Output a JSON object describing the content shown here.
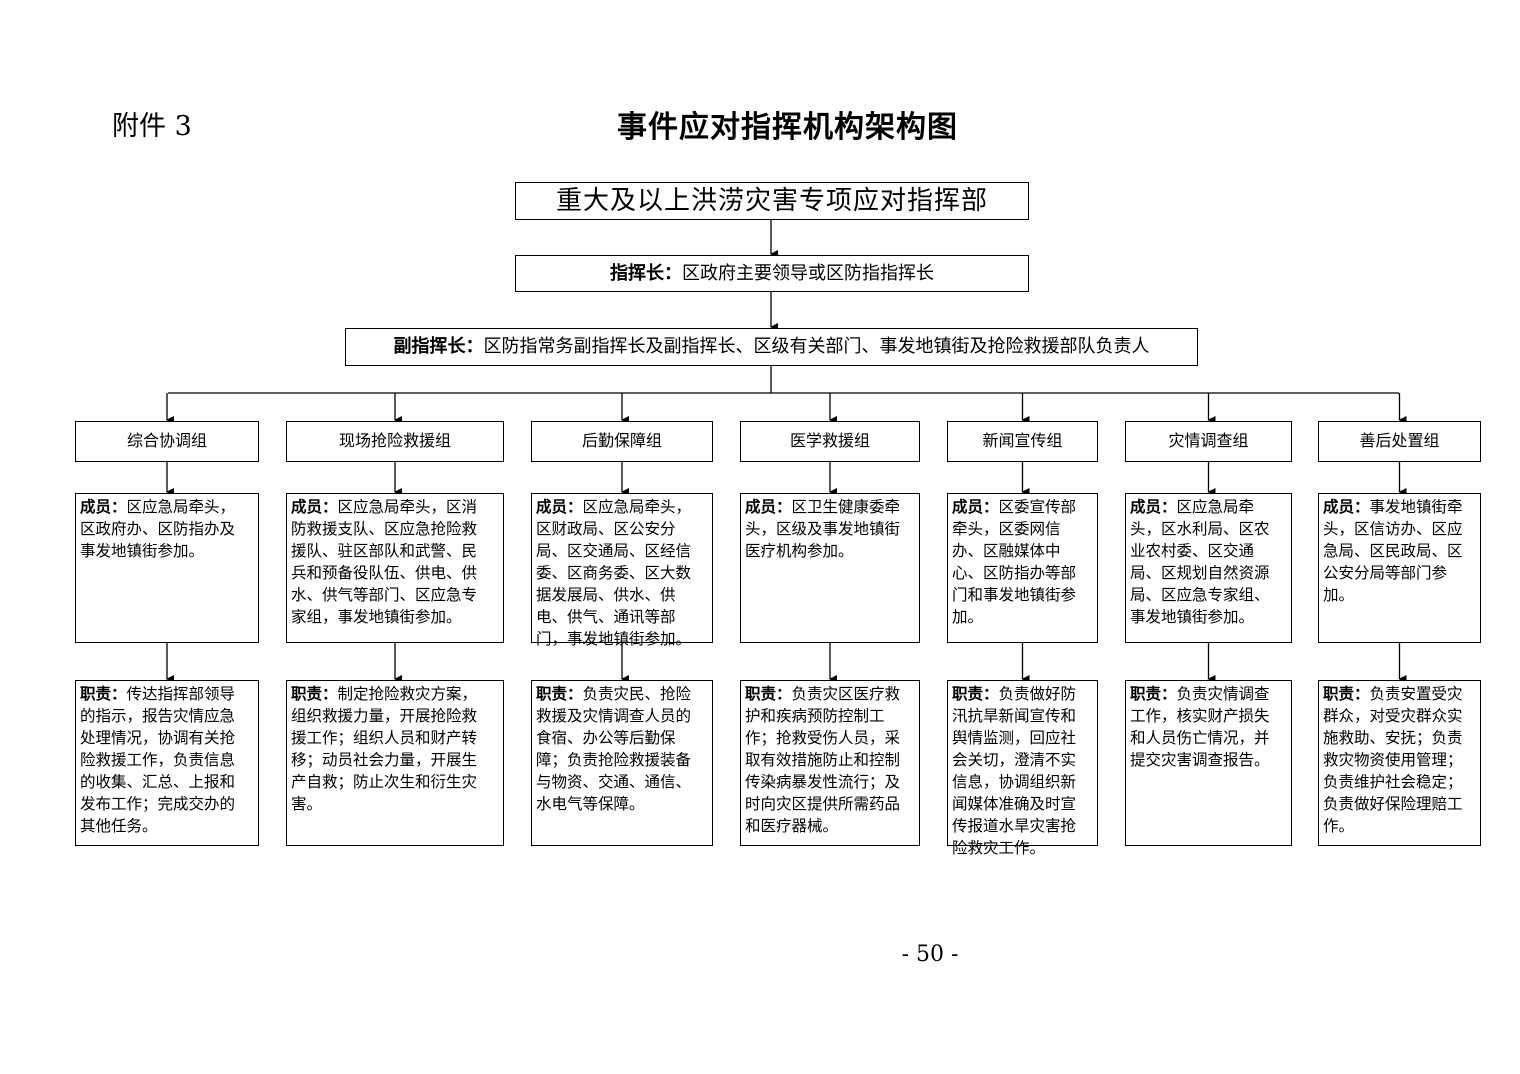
{
  "attachment_label": "附件 3",
  "title": "事件应对指挥机构架构图",
  "headquarters": "重大及以上洪涝灾害专项应对指挥部",
  "commander": {
    "label": "指挥长：",
    "text": "区政府主要领导或区防指指挥长"
  },
  "deputy": {
    "label": "副指挥长：",
    "text": "区防指常务副指挥长及副指挥长、区级有关部门、事发地镇街及抢险救援部队负责人"
  },
  "groups": [
    {
      "name": "综合协调组",
      "members": {
        "label": "成员：",
        "text": "区应急局牵头，\n区政府办、区防指办及\n事发地镇街参加。"
      },
      "duties": {
        "label": "职责：",
        "text": "传达指挥部领导\n的指示，报告灾情应急\n处理情况，协调有关抢\n险救援工作，负责信息\n的收集、汇总、上报和\n发布工作；完成交办的\n其他任务。"
      }
    },
    {
      "name": "现场抢险救援组",
      "members": {
        "label": "成员：",
        "text": "区应急局牵头，区消\n防救援支队、区应急抢险救\n援队、驻区部队和武警、民\n兵和预备役队伍、供电、供\n水、供气等部门、区应急专\n家组，事发地镇街参加。"
      },
      "duties": {
        "label": "职责：",
        "text": "制定抢险救灾方案，\n组织救援力量，开展抢险救\n援工作；组织人员和财产转\n移；动员社会力量，开展生\n产自救；防止次生和衍生灾\n害。"
      }
    },
    {
      "name": "后勤保障组",
      "members": {
        "label": "成员：",
        "text": "区应急局牵头，\n区财政局、区公安分\n局、区交通局、区经信\n委、区商务委、区大数\n据发展局、供水、供\n电、供气、通讯等部\n门，事发地镇街参加。"
      },
      "duties": {
        "label": "职责：",
        "text": "负责灾民、抢险\n救援及灾情调查人员的\n食宿、办公等后勤保\n障；负责抢险救援装备\n与物资、交通、通信、\n水电气等保障。"
      }
    },
    {
      "name": "医学救援组",
      "members": {
        "label": "成员：",
        "text": "区卫生健康委牵\n头，区级及事发地镇街\n医疗机构参加。"
      },
      "duties": {
        "label": "职责：",
        "text": "负责灾区医疗救\n护和疾病预防控制工\n作；抢救受伤人员，采\n取有效措施防止和控制\n传染病暴发性流行；及\n时向灾区提供所需药品\n和医疗器械。"
      }
    },
    {
      "name": "新闻宣传组",
      "members": {
        "label": "成员：",
        "text": "区委宣传部\n牵头，区委网信\n办、区融媒体中\n心、区防指办等部\n门和事发地镇街参\n加。"
      },
      "duties": {
        "label": "职责：",
        "text": "负责做好防\n汛抗旱新闻宣传和\n舆情监测，回应社\n会关切，澄清不实\n信息，协调组织新\n闻媒体准确及时宣\n传报道水旱灾害抢\n险救灾工作。"
      }
    },
    {
      "name": "灾情调查组",
      "members": {
        "label": "成员：",
        "text": "区应急局牵\n头，区水利局、区农\n业农村委、区交通\n局、区规划自然资源\n局、区应急专家组、\n事发地镇街参加。"
      },
      "duties": {
        "label": "职责：",
        "text": "负责灾情调查\n工作，核实财产损失\n和人员伤亡情况，并\n提交灾害调查报告。"
      }
    },
    {
      "name": "善后处置组",
      "members": {
        "label": "成员：",
        "text": "事发地镇街牵\n头，区信访办、区应\n急局、区民政局、区\n公安分局等部门参\n加。"
      },
      "duties": {
        "label": "职责：",
        "text": "负责安置受灾\n群众，对受灾群众实\n施救助、安抚；负责\n救灾物资使用管理；\n负责维护社会稳定；\n负责做好保险理赔工\n作。"
      }
    }
  ],
  "page_number": "- 50 -"
}
